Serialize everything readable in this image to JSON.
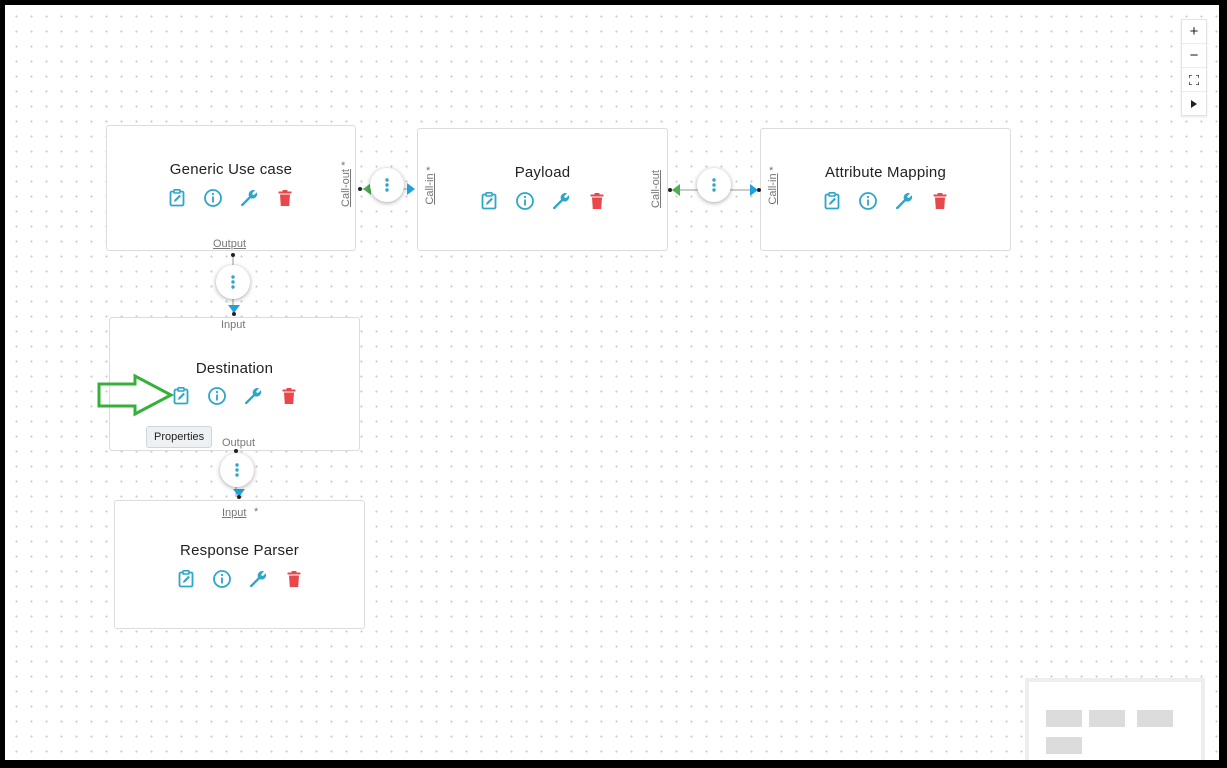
{
  "nodes": {
    "generic": {
      "title": "Generic Use case",
      "port_right": "Call-out",
      "port_bottom": "Output",
      "required": "*"
    },
    "payload": {
      "title": "Payload",
      "port_left": "Call-in",
      "port_right": "Call-out",
      "required": "*"
    },
    "attribute": {
      "title": "Attribute Mapping",
      "port_left": "Call-in",
      "required": "*"
    },
    "destination": {
      "title": "Destination",
      "port_top": "Input",
      "port_bottom": "Output"
    },
    "parser": {
      "title": "Response Parser",
      "port_top": "Input",
      "required": "*"
    }
  },
  "tooltip": "Properties",
  "zoom_controls": {
    "zoom_in": "+",
    "zoom_out": "−"
  },
  "icons": {
    "properties": "clipboard-edit-icon",
    "info": "info-icon",
    "configure": "wrench-icon",
    "delete": "trash-icon",
    "connector": "vertical-dots-icon",
    "fit": "fit-view-icon",
    "play": "play-icon"
  },
  "colors": {
    "icon": "#2ea6c9",
    "delete": "#e8474c",
    "arrow_green": "#4caf50",
    "arrow_blue": "#1fa1e0",
    "annotation": "#35b03a"
  }
}
